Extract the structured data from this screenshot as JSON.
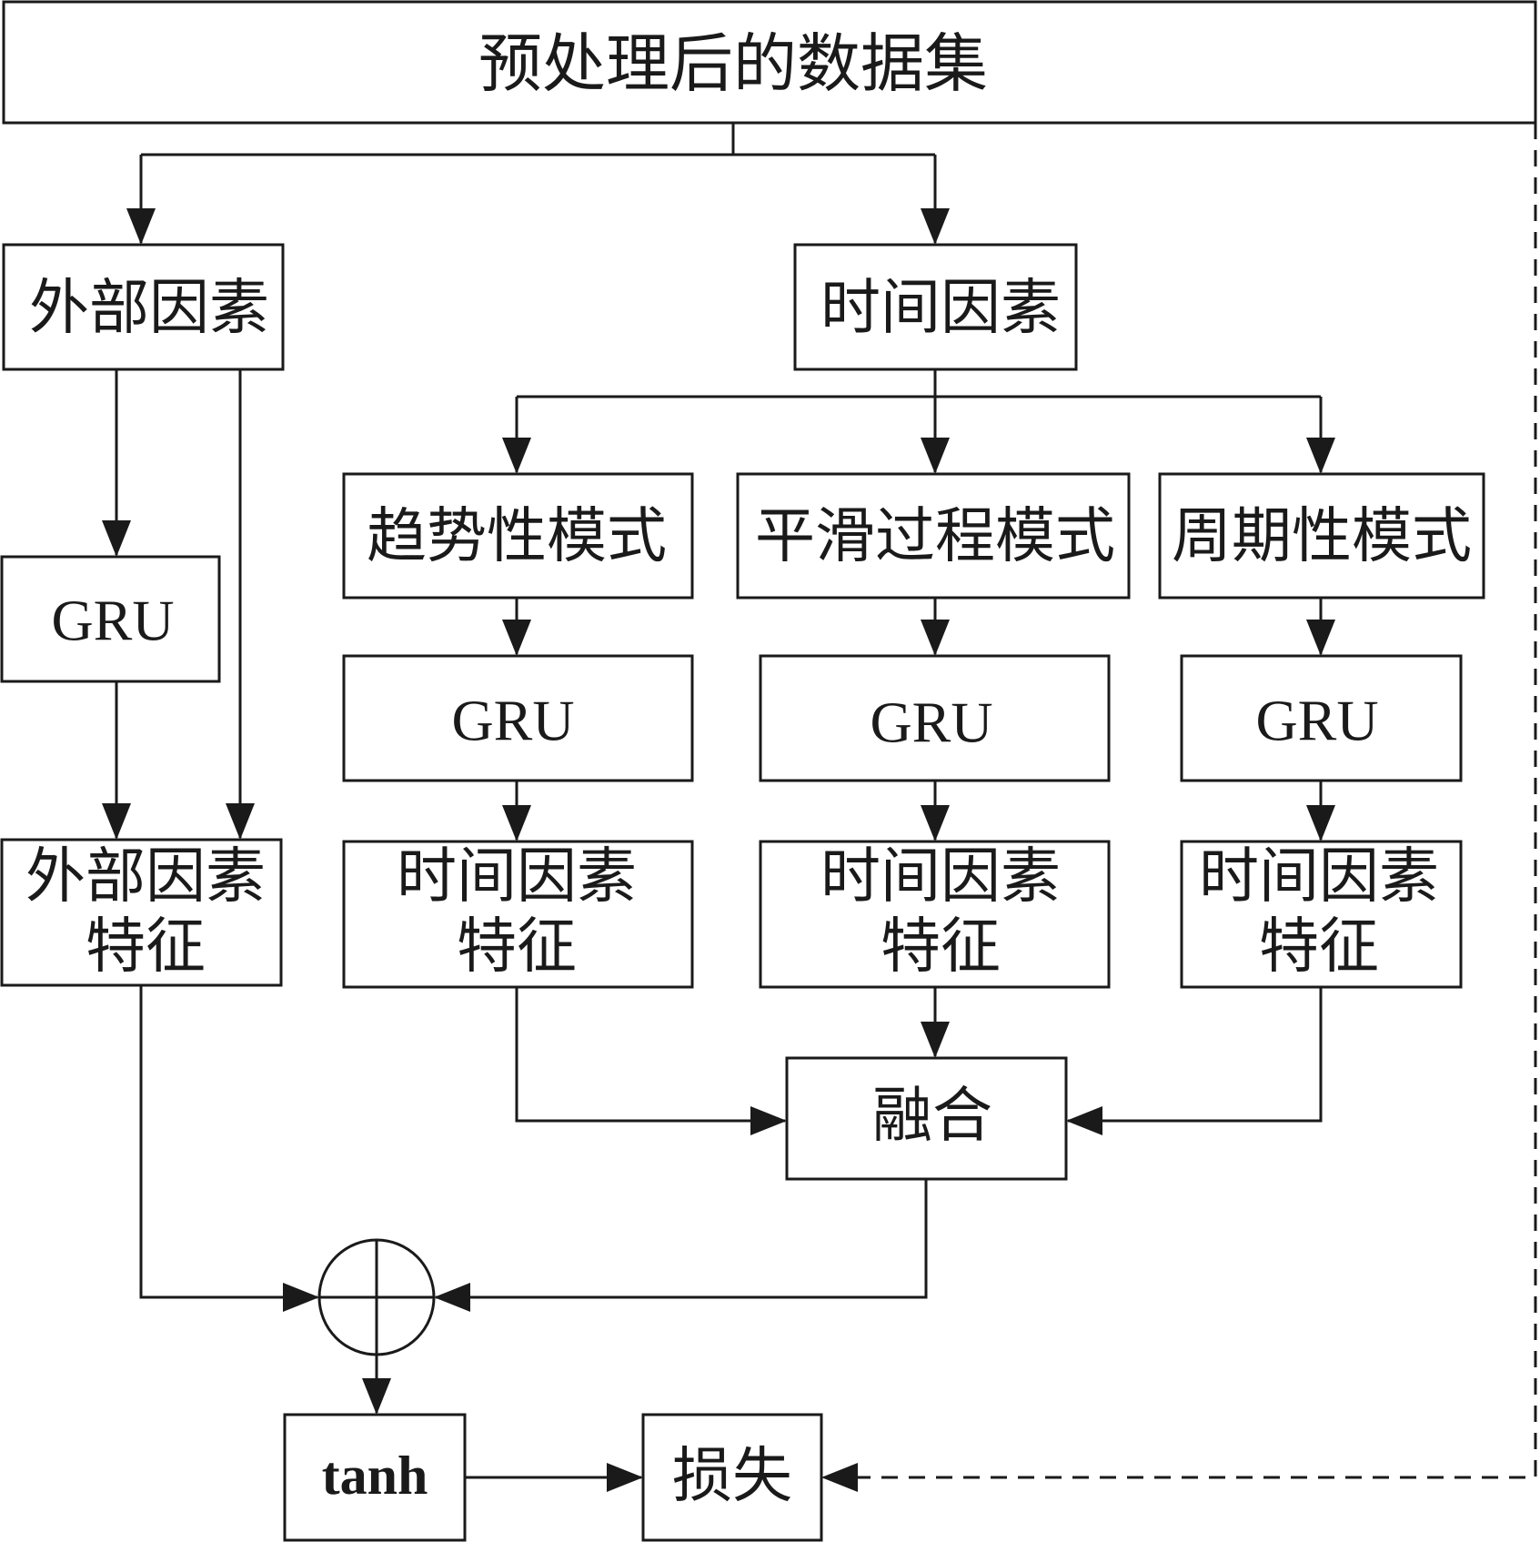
{
  "nodes": {
    "dataset": "预处理后的数据集",
    "external_factors": "外部因素",
    "time_factors": "时间因素",
    "gru": "GRU",
    "trend_mode": "趋势性模式",
    "smooth_mode": "平滑过程模式",
    "periodic_mode": "周期性模式",
    "external_feature_line1": "外部因素",
    "external_feature_line2": "特征",
    "time_feature_line1": "时间因素",
    "time_feature_line2": "特征",
    "fusion": "融合",
    "tanh": "tanh",
    "loss": "损失"
  },
  "colors": {
    "stroke": "#1a1a1a",
    "background": "#ffffff"
  }
}
